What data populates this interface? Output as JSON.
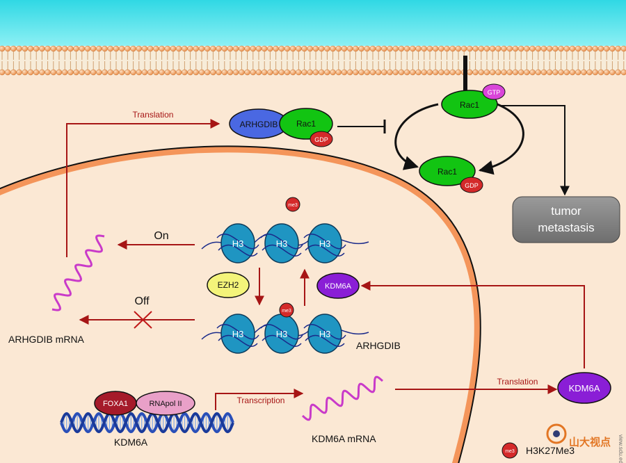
{
  "labels": {
    "translation_top": "Translation",
    "translation_right": "Translation",
    "transcription": "Transcription",
    "on": "On",
    "off": "Off",
    "arhgdib_mrna": "ARHGDIB mRNA",
    "kdm6a_mrna": "KDM6A mRNA",
    "kdm6a_gene": "KDM6A",
    "arhgdib_gene": "ARHGDIB",
    "arhgdib_protein": "ARHGDIB",
    "rac1": "Rac1",
    "gtp": "GTP",
    "gdp": "GDP",
    "tumor_line1": "tumor",
    "tumor_line2": "metastasis",
    "ezh2": "EZH2",
    "kdm6a_enzyme": "KDM6A",
    "kdm6a_protein": "KDM6A",
    "foxa1": "FOXA1",
    "rnapol": "RNApol II",
    "histone": "H3",
    "me3": "me3",
    "legend_h3k27me3": "H3K27Me3",
    "watermark_cn": "山大视点",
    "watermark_url": "view.sdu.edu.cn"
  },
  "colors": {
    "arrow_red": "#a61515",
    "rac1_green": "#12c412",
    "arhgdib_blue": "#4a68e2",
    "gtp_magenta": "#d945d9",
    "gdp_red": "#d42a2a",
    "kdm6a_purple": "#8a1ed6",
    "ezh2_yellow": "#f4f47a",
    "foxa1_darkred": "#a51a2a",
    "rnapol_pink": "#e9a0c8",
    "histone_teal": "#1f95c2",
    "nuclear_envelope": "#f4955a",
    "membrane_head": "#f4a96a",
    "extracellular_cyan": "#38dbe6",
    "tumor_box_gray": "#8b8b8b",
    "mrna_magenta": "#c93ac9",
    "dna_blue": "#2a4fb8"
  }
}
